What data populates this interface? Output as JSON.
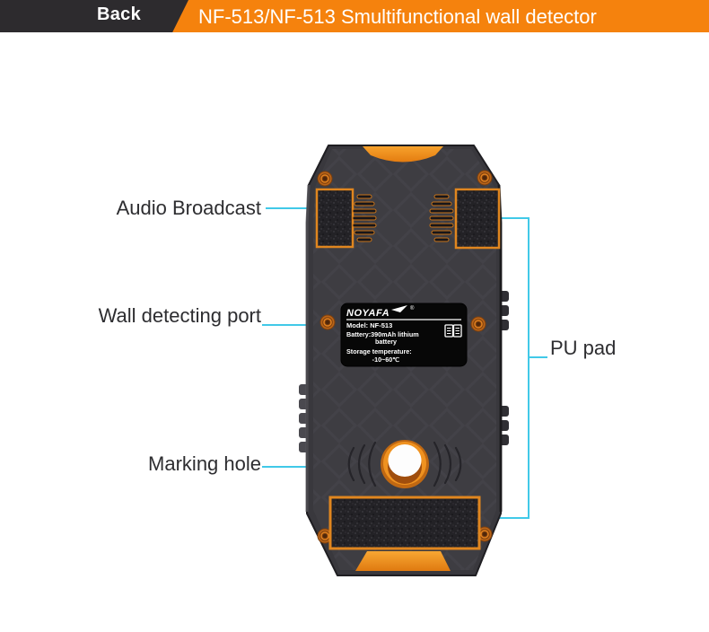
{
  "header": {
    "back": "Back",
    "title": "NF-513/NF-513 Smultifunctional wall detector"
  },
  "labels": {
    "audio": "Audio Broadcast",
    "wall": "Wall detecting port",
    "marking": "Marking hole",
    "pupad": "PU pad"
  },
  "device_label": {
    "brand": "NOYAFA",
    "reg": "®",
    "model": "Model: NF-513",
    "battery_line1": "Battery:390mAh lithium",
    "battery_line2": "battery",
    "storage_line1": "Storage temperature:",
    "storage_line2": "-10~60℃"
  },
  "icons": {
    "manual": "open-book-icon",
    "screws": "screw-icon",
    "back_arrow_area": "none"
  },
  "colors": {
    "header_orange": "#f5820d",
    "header_dark": "#2d2b2e",
    "leader_cyan": "#41c9e8",
    "device_body": "#39383d",
    "device_accent": "#ef8c1a",
    "label_bg": "#070707",
    "label_text": "#ffffff",
    "annotation_text": "#2d2d30"
  }
}
